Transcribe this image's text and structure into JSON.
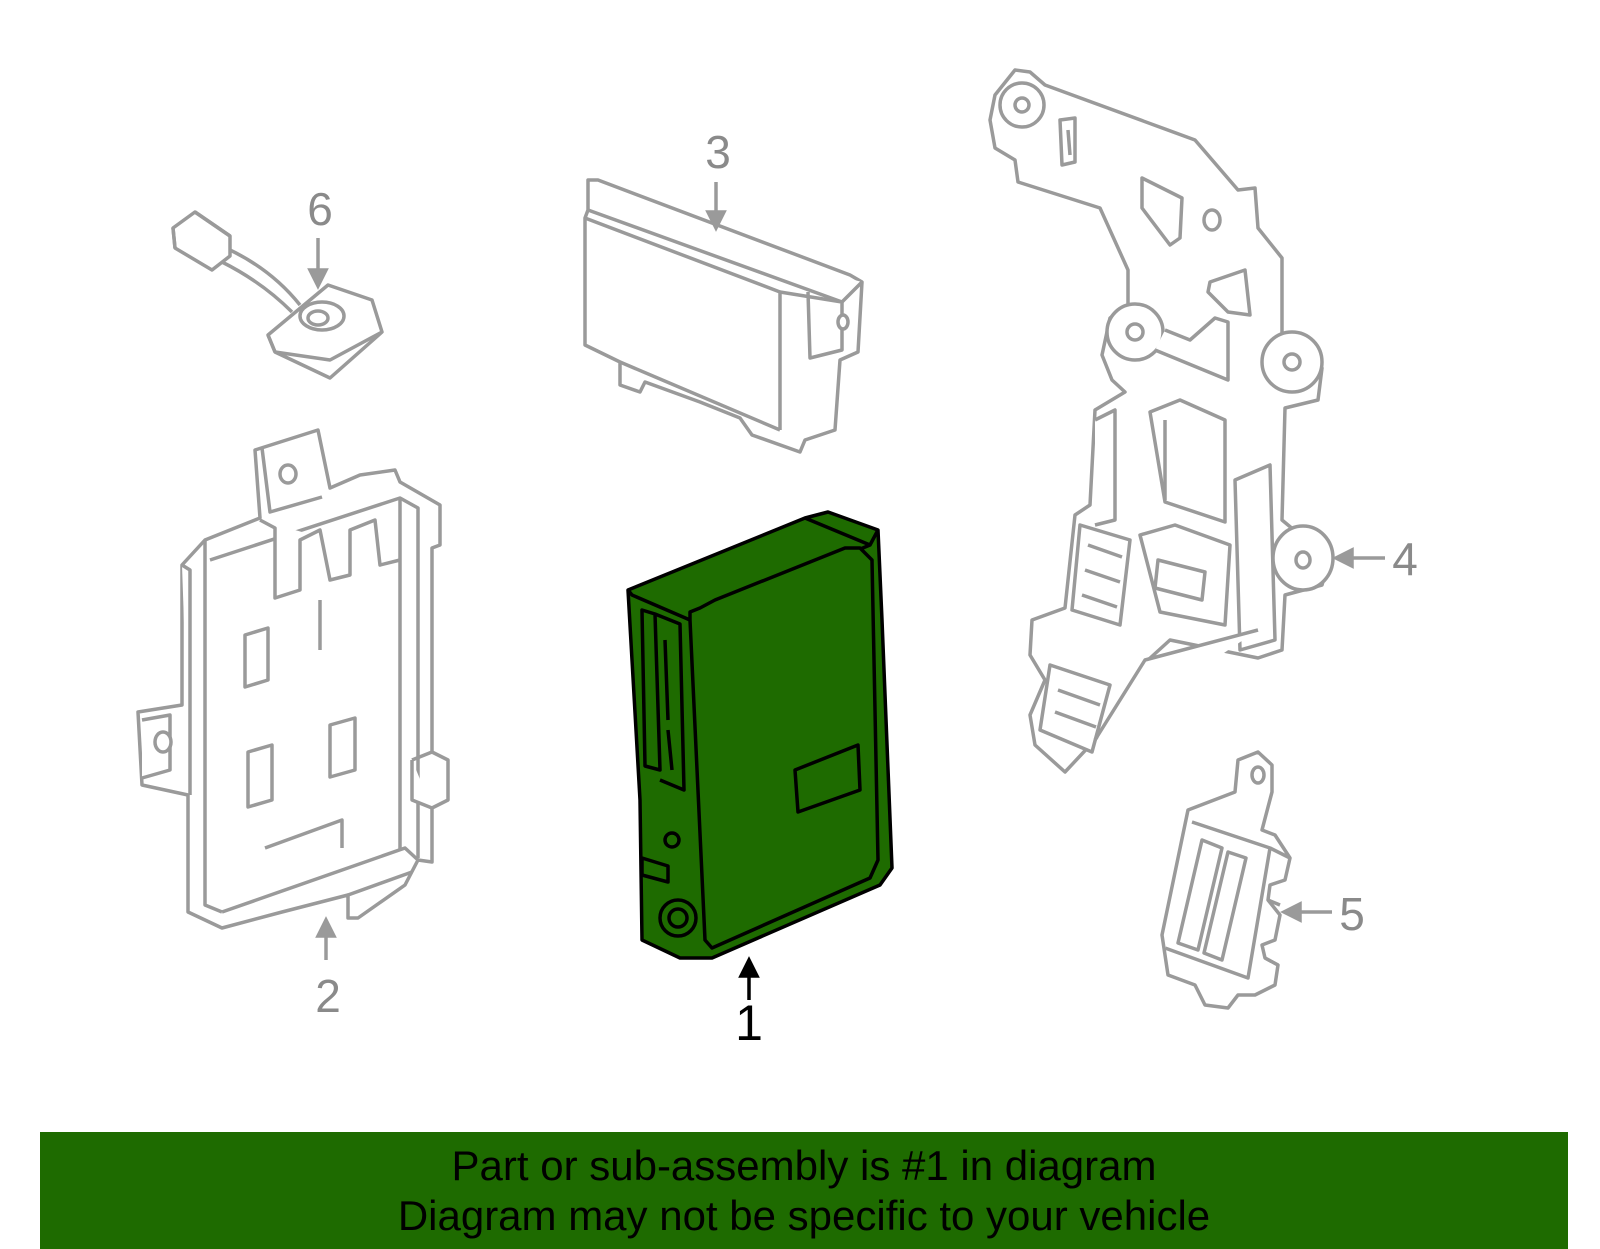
{
  "colors": {
    "highlight": "#1e6b00",
    "outline": "#9a9a9a",
    "banner": "#1e6b00",
    "text": "#000000"
  },
  "callouts": {
    "part1": "1",
    "part2": "2",
    "part3": "3",
    "part4": "4",
    "part5": "5",
    "part6": "6"
  },
  "banner": {
    "line1": "Part or sub-assembly is #1 in diagram",
    "line2": "Diagram may not be specific to your vehicle"
  }
}
